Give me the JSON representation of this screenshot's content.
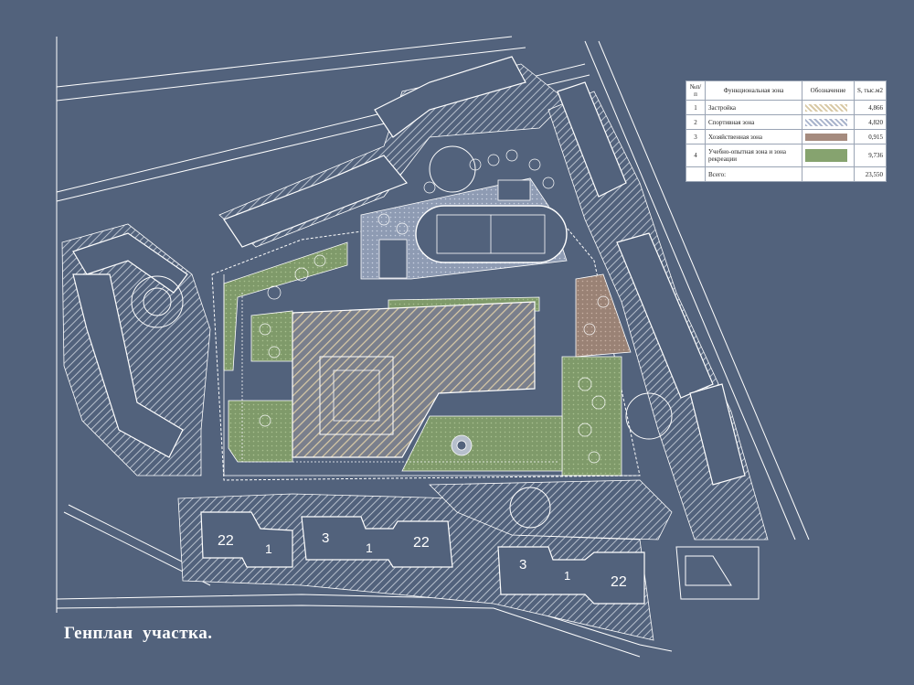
{
  "caption": "Генплан  участка.",
  "legend": {
    "headers": {
      "num": "№п/п",
      "zone": "Функциональная зона",
      "symbol": "Обозначение",
      "area": "S, тыс.м2"
    },
    "rows": [
      {
        "num": "1",
        "zone": "Застройка",
        "area": "4,866",
        "color": "#d8c9a6"
      },
      {
        "num": "2",
        "zone": "Спортивная зона",
        "area": "4,820",
        "color": "#a9b4cc"
      },
      {
        "num": "3",
        "zone": "Хозяйственная зона",
        "area": "0,915",
        "color": "#a58b7e"
      },
      {
        "num": "4",
        "zone": "Учебно-опытная зона и зона рекреации",
        "area": "9,736",
        "color": "#86a36f"
      }
    ],
    "total": {
      "zone": "Всего:",
      "area": "23,550"
    }
  },
  "building_labels": {
    "b1": "22",
    "b2": "1",
    "b3": "3",
    "b4": "1",
    "b5": "22",
    "b6": "3",
    "b7": "1",
    "b8": "22"
  },
  "colors": {
    "background": "#52627c",
    "lines": "#ffffff",
    "hatch": "#b6bfcc",
    "build": "#d8c9a6",
    "green": "#86a36f",
    "sport": "#a9b4cc",
    "utility": "#a58b7e"
  }
}
